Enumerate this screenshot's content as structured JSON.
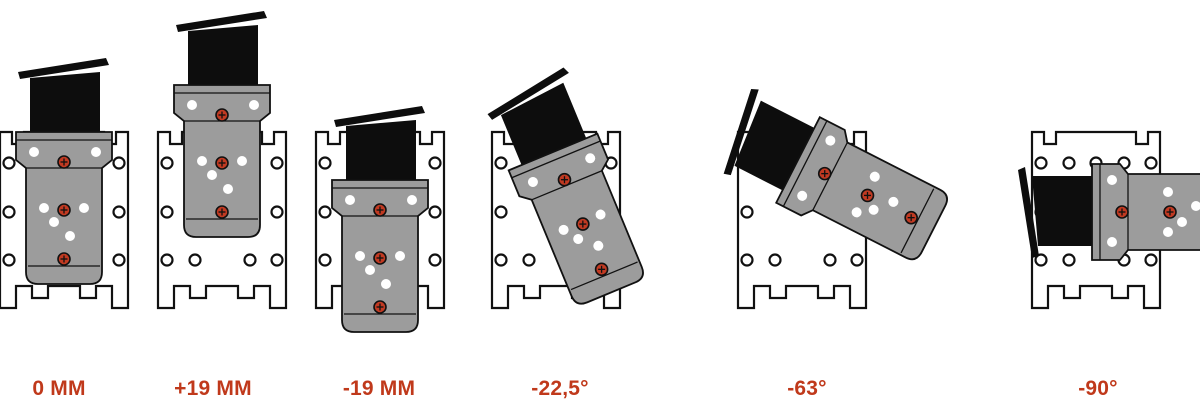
{
  "configurations": [
    {
      "label": "0 MM",
      "icon": "holster-straight-icon"
    },
    {
      "label": "+19 MM",
      "icon": "holster-raised-icon"
    },
    {
      "label": "-19 MM",
      "icon": "holster-lowered-icon"
    },
    {
      "label": "-22,5°",
      "icon": "holster-tilt-22-icon"
    },
    {
      "label": "-63°",
      "icon": "holster-tilt-63-icon"
    },
    {
      "label": "-90°",
      "icon": "holster-horizontal-icon"
    }
  ],
  "colors": {
    "label": "#c0391b",
    "mount_plate": "#ffffff",
    "holster_body": "#9c9c9c",
    "magazine": "#0d0d0d",
    "screw": "#c13a22"
  }
}
